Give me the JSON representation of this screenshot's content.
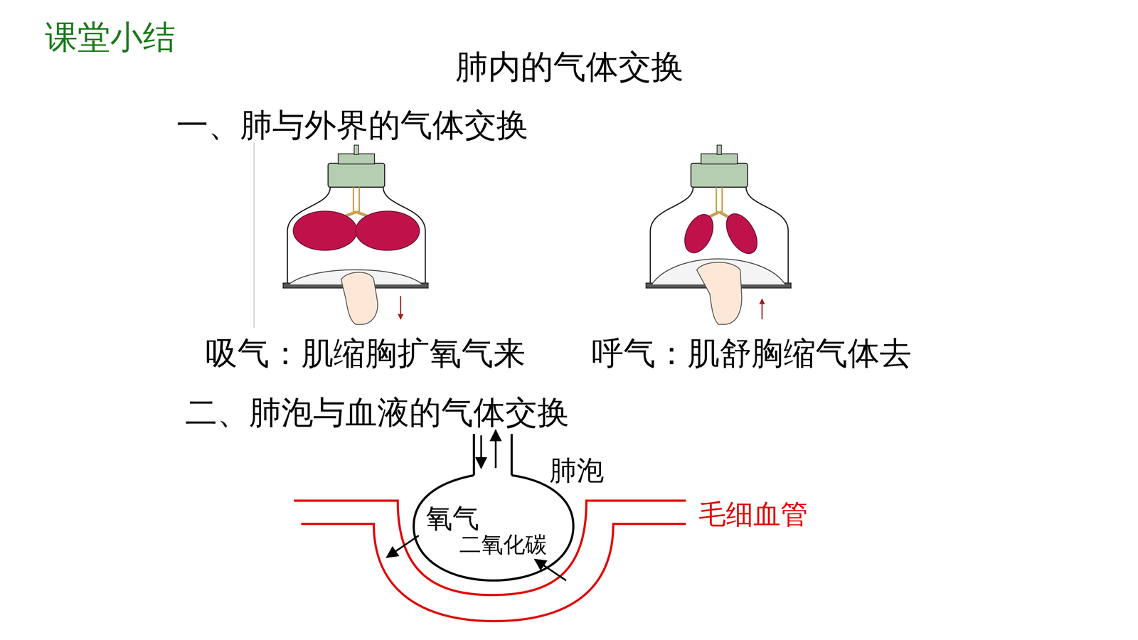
{
  "diagram": {
    "title": "肺内的气体交换",
    "labels": [
      "课堂小结",
      "一、肺与外界的气体交换",
      "吸气：肌缩胸扩氧气来",
      "呼气：肌舒胸缩气体去",
      "二、肺泡与血液的气体交换",
      "肺泡",
      "毛细血管",
      "氧气",
      "二氧化碳"
    ]
  }
}
